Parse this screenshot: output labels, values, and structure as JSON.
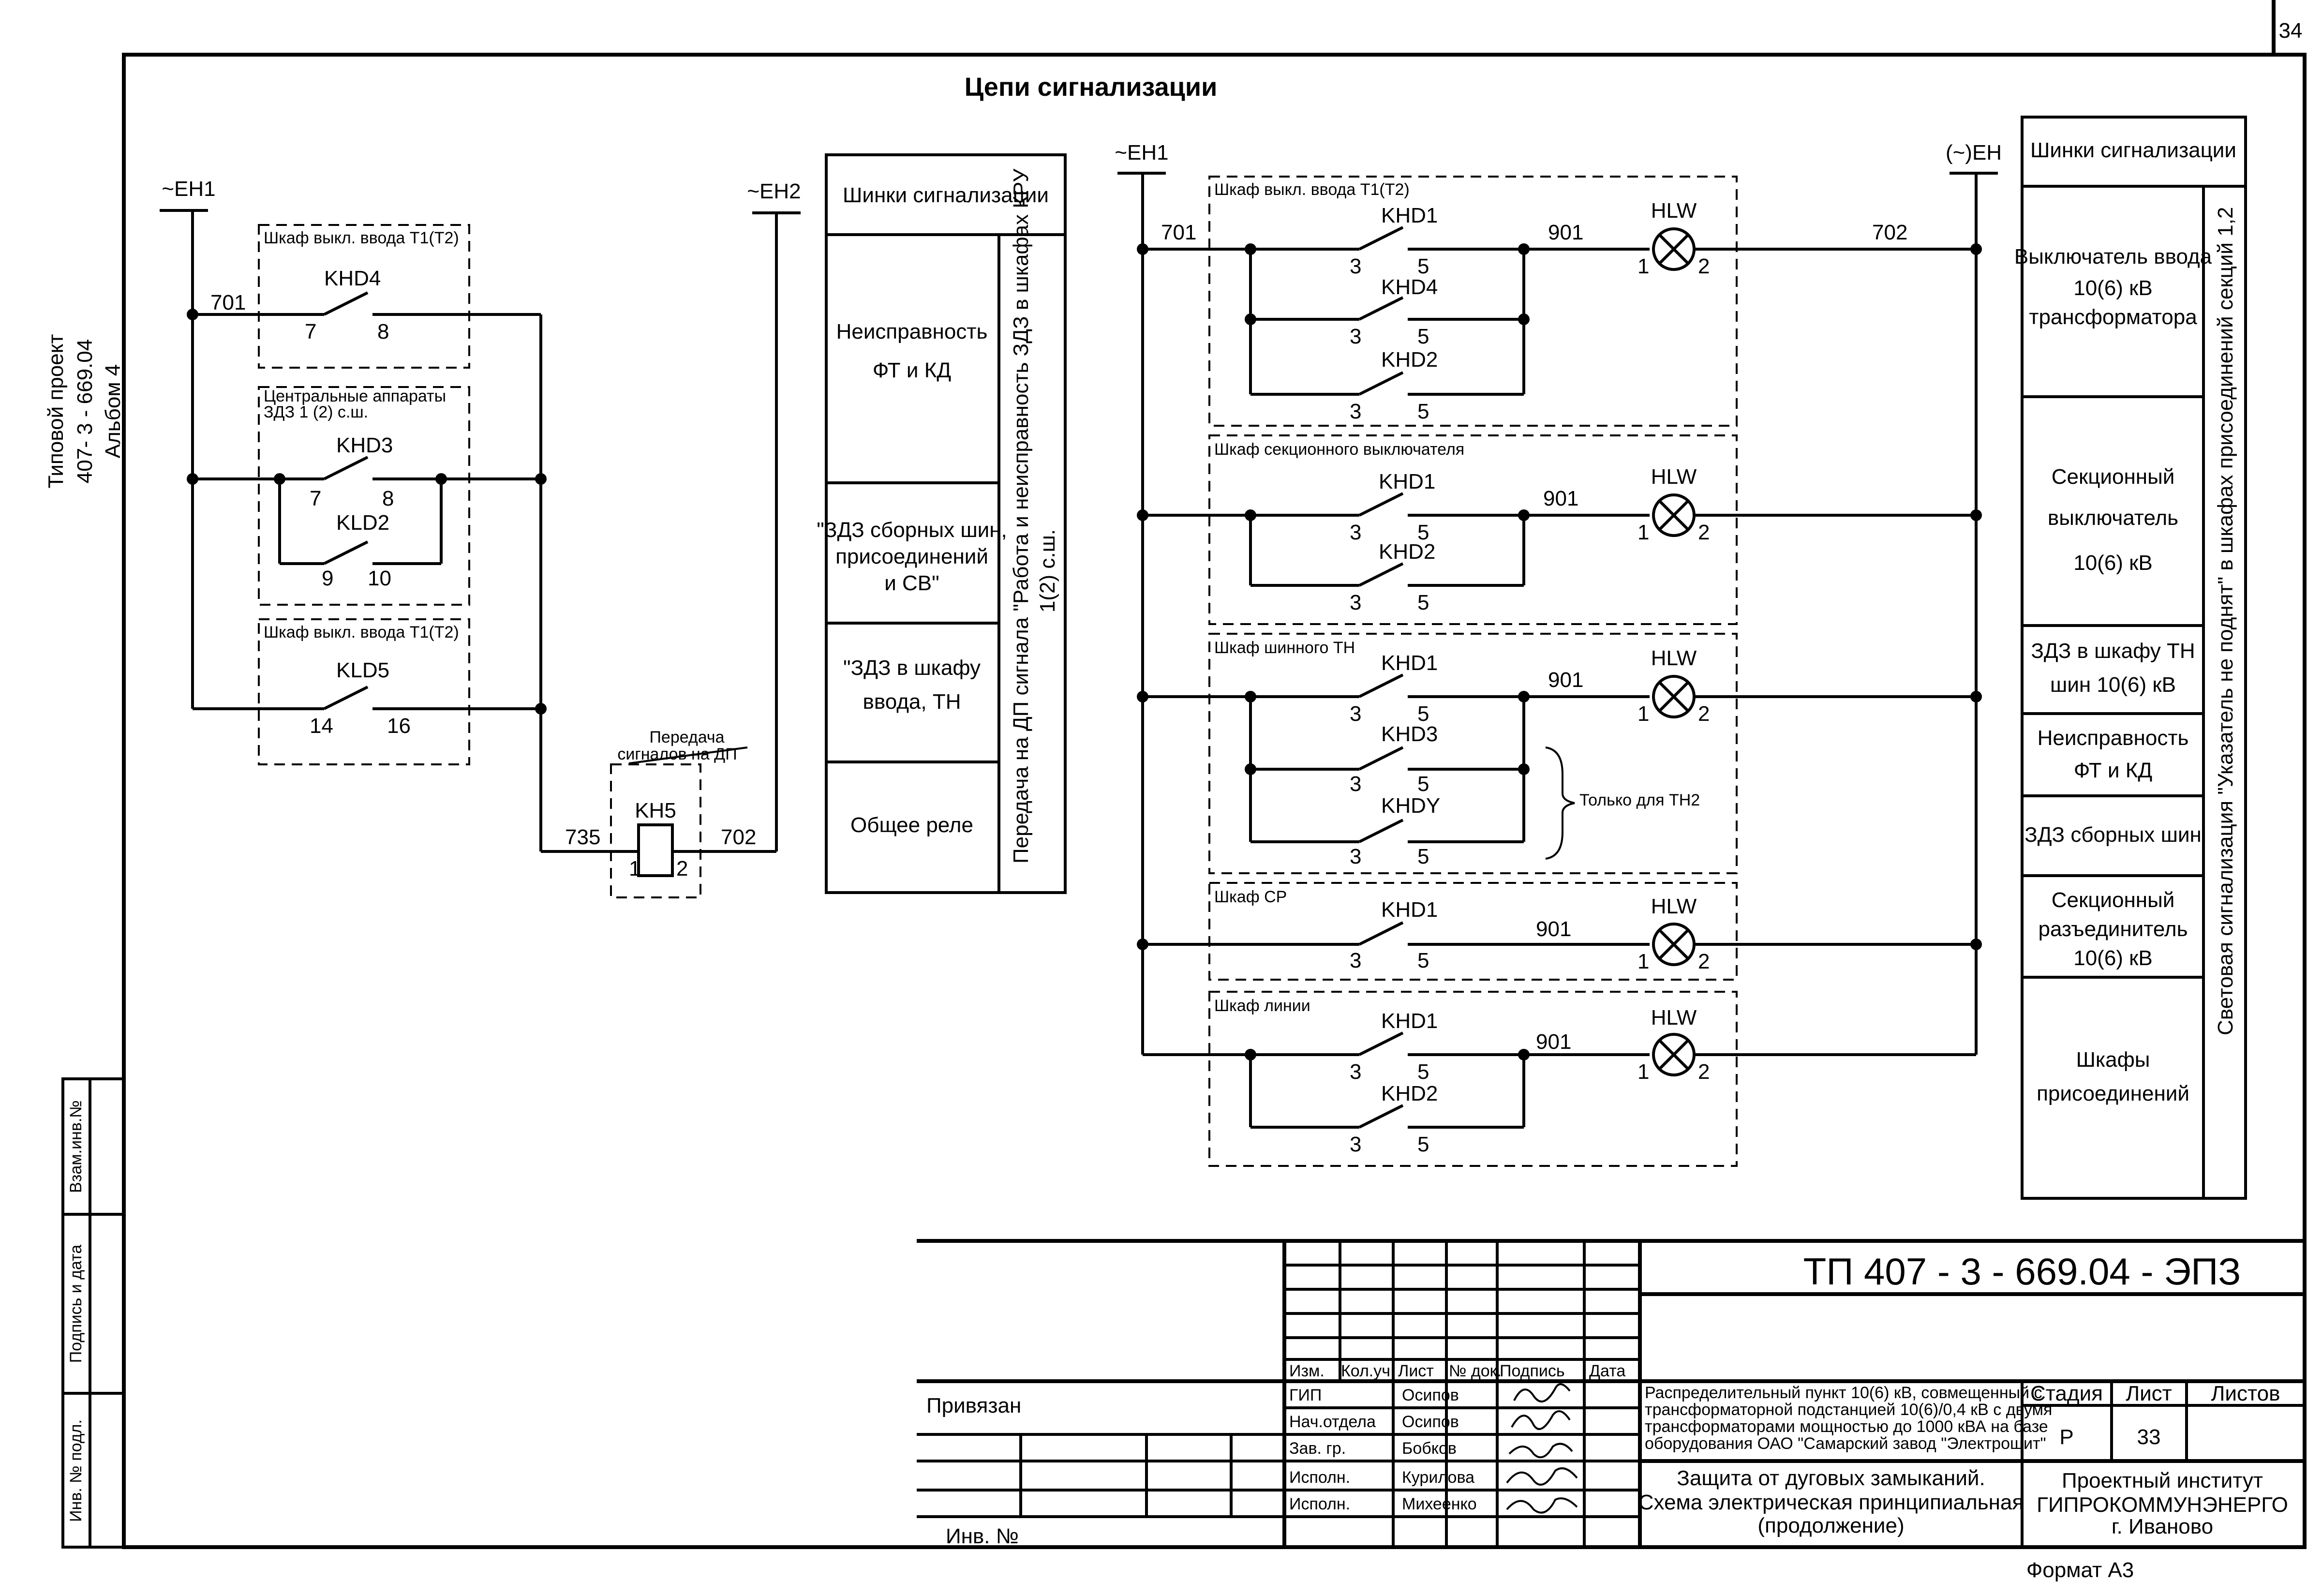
{
  "page_number": "34",
  "project": {
    "line1": "Типовой проект",
    "line2": "407- 3 - 669.04",
    "line3": "Альбом 4"
  },
  "title": "Цепи сигнализации",
  "left_circuit": {
    "bus_left": "~ЕН1",
    "bus_right": "~ЕН2",
    "wire_701": "701",
    "wire_735": "735",
    "wire_702": "702",
    "box1_title": "Шкаф выкл. ввода Т1(Т2)",
    "khd4": "KHD4",
    "khd4_p1": "7",
    "khd4_p2": "8",
    "box2_title_1": "Центральные аппараты",
    "box2_title_2": "ЗДЗ 1 (2) с.ш.",
    "khd3": "KHD3",
    "khd3_p1": "7",
    "khd3_p2": "8",
    "kld2": "KLD2",
    "kld2_p1": "9",
    "kld2_p2": "10",
    "box3_title": "Шкаф выкл. ввода Т1(Т2)",
    "kld5": "KLD5",
    "kld5_p1": "14",
    "kld5_p2": "16",
    "relay_note_1": "Передача",
    "relay_note_2": "сигналов на ДП",
    "kh5": "KH5",
    "kh5_p1": "1",
    "kh5_p2": "2"
  },
  "left_table": {
    "header": "Шинки сигнализации",
    "rows": [
      "Неисправность",
      "ФТ и КД",
      "\"ЗДЗ сборных шин,",
      "присоединений",
      "и СВ\"",
      "\"ЗДЗ в шкафу",
      "ввода, ТН",
      "Общее реле"
    ],
    "vertical_1": "Передача на ДП сигнала \"Работа и неисправность ЗДЗ в шкафах КРУ",
    "vertical_2": "1(2) с.ш."
  },
  "right_circuit": {
    "bus_left": "~ЕН1",
    "bus_right": "(~)ЕН",
    "wire_701": "701",
    "wire_901": "901",
    "wire_702": "702",
    "hlw": "HLW",
    "pin1": "1",
    "pin2": "2",
    "pin3": "3",
    "pin5": "5",
    "box1_title": "Шкаф выкл. ввода Т1(Т2)",
    "box2_title": "Шкаф секционного выключателя",
    "box3_title": "Шкаф шинного ТН",
    "box4_title": "Шкаф СР",
    "box5_title": "Шкаф линии",
    "khd1": "KHD1",
    "khd2": "KHD2",
    "khd3": "KHD3",
    "khd4": "KHD4",
    "khdy": "KHDY",
    "th2_note": "Только для ТН2"
  },
  "right_table": {
    "header": "Шинки сигнализации",
    "rows": [
      "Выключатель ввода",
      "10(6) кВ",
      "трансформатора",
      "Секционный",
      "выключатель",
      "10(6) кВ",
      "ЗДЗ в шкафу ТН",
      "шин 10(6) кВ",
      "Неисправность",
      "ФТ и КД",
      "ЗДЗ сборных шин",
      "Секционный",
      "разъединитель",
      "10(6) кВ",
      "Шкафы",
      "присоединений"
    ],
    "vertical": "Световая сигнализация \"Указатель не поднят\" в шкафах присоединений секций 1,2"
  },
  "side_stamp": [
    "Взам.инв.№",
    "Подпись и дата",
    "Инв. № подл."
  ],
  "title_block": {
    "doc_code": "ТП  407 - 3 -  669.04 - ЭПЗ",
    "privyazan": "Привязан",
    "inv_no": "Инв. №",
    "col_headers": [
      "Изм.",
      "Кол.уч.",
      "Лист",
      "№ док.",
      "Подпись",
      "Дата"
    ],
    "roles": [
      "ГИП",
      "Нач.отдела",
      "Зав. гр.",
      "Исполн.",
      "Исполн."
    ],
    "names": [
      "Осипов",
      "Осипов",
      "Бобков",
      "Курилова",
      "Михеенко"
    ],
    "description": [
      "Распределительный пункт 10(6) кВ, совмещенный с",
      "трансформаторной подстанцией 10(6)/0,4 кВ с двумя",
      "трансформаторами мощностью до 1000 кВА на базе",
      "оборудования ОАО \"Самарский завод \"Электрощит\""
    ],
    "sheet_title": [
      "Защита от дуговых замыканий.",
      "Схема электрическая принципиальная",
      "(продолжение)"
    ],
    "stage_label": "Стадия",
    "sheet_label": "Лист",
    "sheets_label": "Листов",
    "stage": "Р",
    "sheet": "33",
    "org": [
      "Проектный институт",
      "ГИПРОКОММУНЭНЕРГО",
      "г. Иваново"
    ],
    "format": "Формат А3"
  }
}
